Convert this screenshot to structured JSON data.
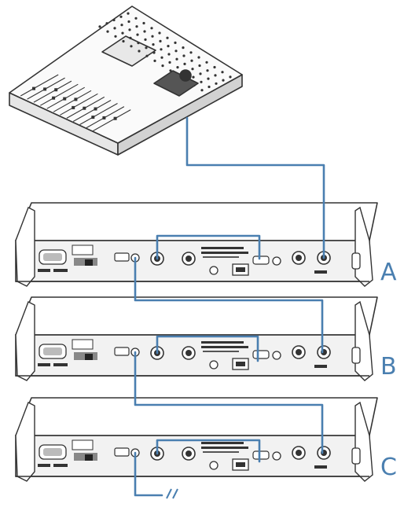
{
  "colors": {
    "cable": "#4a7fb0",
    "label": "#4a7fb0",
    "line": "#333333",
    "fill": "#ffffff",
    "panel": "#f2f2f2"
  },
  "mixer": {
    "icon": "digital-mixer-console-icon"
  },
  "units": [
    {
      "id": "a",
      "label": "A"
    },
    {
      "id": "b",
      "label": "B"
    },
    {
      "id": "c",
      "label": "C"
    }
  ],
  "cables": [
    {
      "from": "mixer",
      "to": "unit-a"
    },
    {
      "from": "unit-a",
      "to": "unit-b"
    },
    {
      "from": "unit-b",
      "to": "unit-c"
    },
    {
      "from": "unit-c",
      "to": "next"
    }
  ]
}
